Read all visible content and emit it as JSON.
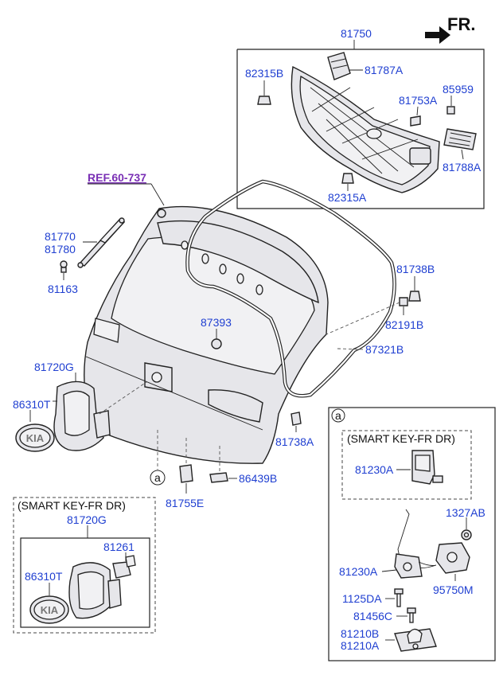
{
  "direction_label": "FR.",
  "reference": "REF.60-737",
  "labels": {
    "l81750": "81750",
    "l82315B": "82315B",
    "l81787A": "81787A",
    "l85959": "85959",
    "l81753A": "81753A",
    "l81788A": "81788A",
    "l82315A": "82315A",
    "l81770": "81770",
    "l81780": "81780",
    "l81163": "81163",
    "l81738B": "81738B",
    "l82191B": "82191B",
    "l87393": "87393",
    "l87321B": "87321B",
    "l81720G": "81720G",
    "l86310T": "86310T",
    "l81738A": "81738A",
    "l86439B": "86439B",
    "l81755E": "81755E",
    "callout_a": "a",
    "inset_a_letter": "a",
    "inset_a_title": "(SMART KEY-FR DR)",
    "inset_a_81230A_top": "81230A",
    "l1327AB": "1327AB",
    "inset_a_81230A_bottom": "81230A",
    "l95750M": "95750M",
    "l1125DA": "1125DA",
    "l81456C": "81456C",
    "l81210B": "81210B",
    "l81210A": "81210A",
    "inset_b_title": "(SMART KEY-FR DR)",
    "inset_b_81720G": "81720G",
    "l81261": "81261",
    "inset_b_86310T": "86310T"
  },
  "badge_text": "KIA"
}
